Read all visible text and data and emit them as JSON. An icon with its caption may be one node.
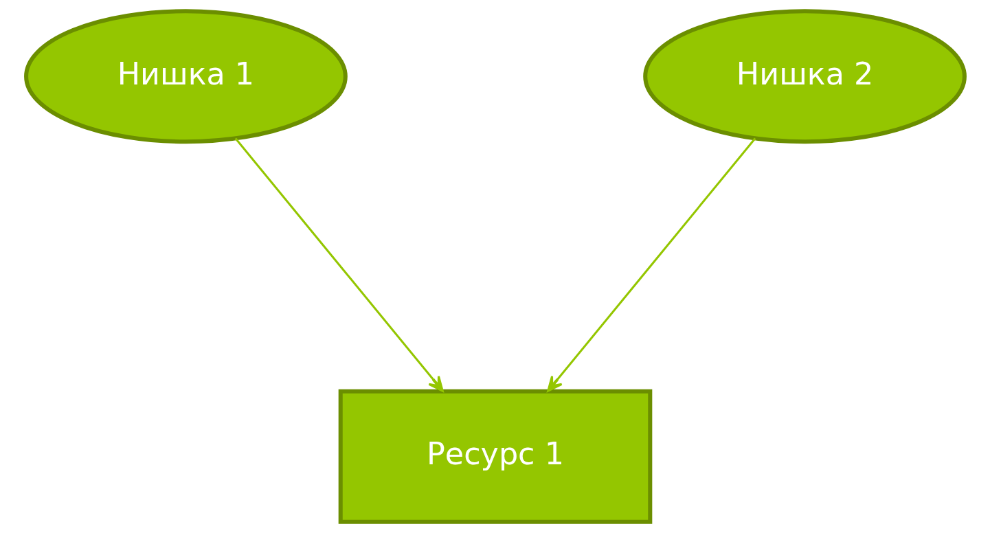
{
  "diagram": {
    "nodes": [
      {
        "text": [
          "Нишка 1"
        ]
      },
      {
        "text": [
          "Нишка 2"
        ]
      },
      {
        "text": [
          "Ресурс 1"
        ]
      }
    ],
    "edges": [
      {
        "from": 0,
        "to": 2,
        "arrow": "to"
      },
      {
        "from": 1,
        "to": 2,
        "arrow": "to"
      }
    ]
  }
}
